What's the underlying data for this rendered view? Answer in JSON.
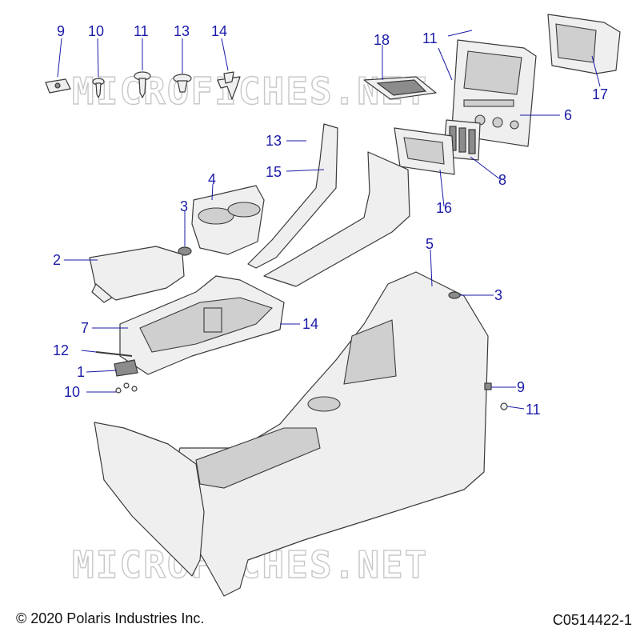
{
  "watermark": "MICROFICHES.NET",
  "footer": {
    "copyright": "© 2020 Polaris Industries Inc.",
    "figure_code": "C0514422-1"
  },
  "callouts": {
    "c9_top": "9",
    "c10_top": "10",
    "c11_top": "11",
    "c13_top": "13",
    "c14_top": "14",
    "c18": "18",
    "c11_right": "11",
    "c17": "17",
    "c6": "6",
    "c13_mid": "13",
    "c15": "15",
    "c8": "8",
    "c16": "16",
    "c4": "4",
    "c3_left": "3",
    "c2": "2",
    "c5": "5",
    "c3_right": "3",
    "c7": "7",
    "c14_mid": "14",
    "c12": "12",
    "c1": "1",
    "c10_bottom": "10",
    "c9_right": "9",
    "c11_lower": "11"
  },
  "colors": {
    "callout": "#1a1aa8",
    "part_fill": "#efefef",
    "part_stroke": "#3a3a3a"
  }
}
